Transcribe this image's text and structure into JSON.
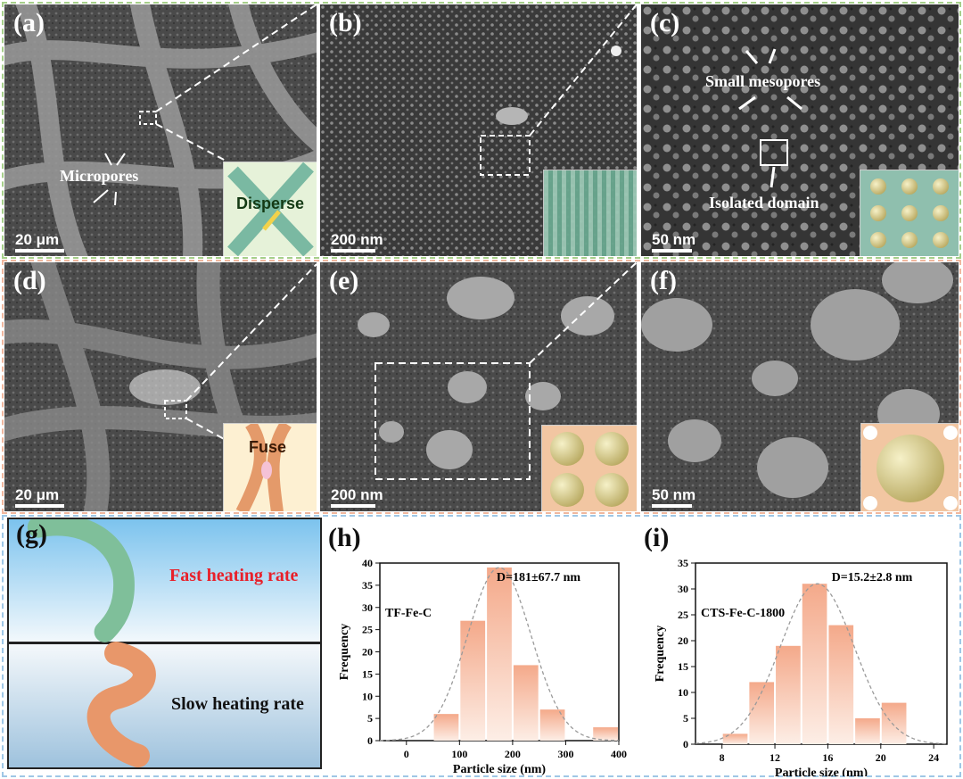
{
  "panels": {
    "a": {
      "label": "(a)",
      "scale": "20 μm",
      "annotation": "Micropores",
      "inset_text": "Disperse"
    },
    "b": {
      "label": "(b)",
      "scale": "200 nm"
    },
    "c": {
      "label": "(c)",
      "scale": "50 nm",
      "annotation1": "Small mesopores",
      "annotation2": "Isolated domain"
    },
    "d": {
      "label": "(d)",
      "scale": "20 μm",
      "inset_text": "Fuse"
    },
    "e": {
      "label": "(e)",
      "scale": "200 nm"
    },
    "f": {
      "label": "(f)",
      "scale": "50 nm"
    },
    "g": {
      "label": "(g)",
      "fast": "Fast heating rate",
      "slow": "Slow heating rate"
    },
    "h": {
      "label": "(h)"
    },
    "i": {
      "label": "(i)"
    }
  },
  "colors": {
    "frame_top": "#a6cf8a",
    "frame_mid": "#f0b79e",
    "frame_bot": "#9fc7e6",
    "bar": "#f4b092",
    "fast": "#e8202a"
  },
  "chart_data": [
    {
      "type": "bar",
      "sample": "TF-Fe-C",
      "annotation": "D=181±67.7 nm",
      "xlabel": "Particle size (nm)",
      "ylabel": "Frequency",
      "x": [
        75,
        125,
        175,
        225,
        275,
        375
      ],
      "values": [
        6,
        27,
        39,
        17,
        7,
        3
      ],
      "xlim": [
        -50,
        400
      ],
      "ylim": [
        0,
        40
      ],
      "xticks": [
        0,
        100,
        200,
        300,
        400
      ],
      "yticks": [
        0,
        5,
        10,
        15,
        20,
        25,
        30,
        35,
        40
      ],
      "fit": {
        "type": "gaussian",
        "mean": 175,
        "sd": 60,
        "peak": 39
      }
    },
    {
      "type": "bar",
      "sample": "CTS-Fe-C-1800",
      "annotation": "D=15.2±2.8 nm",
      "xlabel": "Particle size (nm)",
      "ylabel": "Frequency",
      "x": [
        9,
        11,
        13,
        15,
        17,
        19,
        21
      ],
      "values": [
        2,
        12,
        19,
        31,
        23,
        5,
        8
      ],
      "xlim": [
        6,
        25
      ],
      "ylim": [
        0,
        35
      ],
      "xticks": [
        8,
        12,
        16,
        20,
        24
      ],
      "yticks": [
        0,
        5,
        10,
        15,
        20,
        25,
        30,
        35
      ],
      "fit": {
        "type": "gaussian",
        "mean": 15.2,
        "sd": 2.8,
        "peak": 31
      }
    }
  ]
}
